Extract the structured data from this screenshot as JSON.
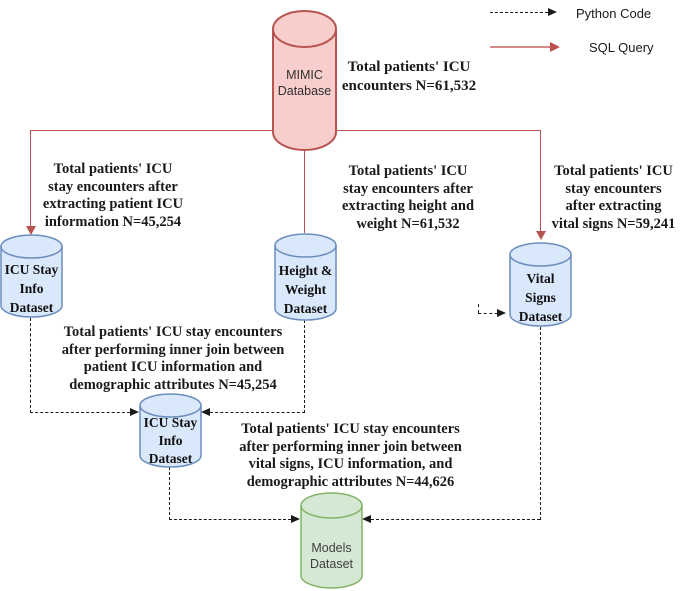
{
  "legend": {
    "python": {
      "label": "Python Code"
    },
    "sql": {
      "label": "SQL Query"
    }
  },
  "nodes": {
    "mimic": {
      "label": "MIMIC\nDatabase"
    },
    "icu_stay_info": {
      "label": "ICU Stay\nInfo\nDataset"
    },
    "height_weight": {
      "label": "Height &\nWeight\nDataset"
    },
    "vital_signs": {
      "label": "Vital\nSigns\nDataset"
    },
    "icu_stay_info_joined": {
      "label": "ICU Stay\nInfo\nDataset"
    },
    "models": {
      "label": "Models\nDataset"
    }
  },
  "annotations": {
    "total_encounters": "Total patients' ICU\nencounters N=61,532",
    "after_icu_info": "Total patients' ICU\nstay encounters after\nextracting patient ICU\ninformation N=45,254",
    "after_height_weight": "Total patients' ICU\nstay encounters after\nextracting height and\nweight N=61,532",
    "after_vital_signs": "Total patients' ICU\nstay encounters\nafter extracting\nvital signs N=59,241",
    "inner_join_demographics": "Total patients' ICU stay  encounters\nafter performing inner join between\npatient ICU information and\ndemographic attributes N=45,254",
    "inner_join_vitals": "Total patients' ICU stay encounters\nafter performing inner join between\nvital signs, ICU information, and\ndemographic attributes N=44,626"
  },
  "colors": {
    "database_fill": "#f8cecc",
    "database_stroke": "#b85450",
    "dataset_fill": "#dae8fc",
    "dataset_stroke": "#6c8ebf",
    "models_fill": "#d5e8d4",
    "models_stroke": "#82b366",
    "sql_line": "#b85450",
    "python_line": "#1a1a1a"
  }
}
